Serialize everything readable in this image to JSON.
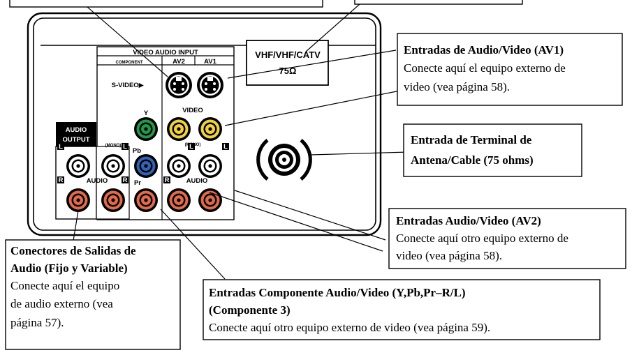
{
  "panel": {
    "header_input": "VIDEO AUDIO INPUT",
    "component": "COMPONENT",
    "av2": "AV2",
    "av1": "AV1",
    "svideo": "S-VIDEO▶",
    "video": "VIDEO",
    "y": "Y",
    "pb": "Pb",
    "pr": "Pr",
    "mono": "(MONO)",
    "mono2": "(MONO)",
    "audio_output_1": "AUDIO",
    "audio_output_2": "OUTPUT",
    "audio_a": "AUDIO",
    "audio_b": "AUDIO",
    "L": "L",
    "R": "R",
    "antenna_line1": "VHF/VHF/CATV",
    "antenna_line2": "75Ω"
  },
  "callouts": {
    "av1": {
      "title": "Entradas de Audio/Video (AV1)",
      "line1": "Conecte aquí el equipo externo de",
      "line2": "video (vea página 58)."
    },
    "antenna": {
      "line1": "Entrada de Terminal de",
      "line2": "Antena/Cable (75 ohms)"
    },
    "av2": {
      "title": "Entradas Audio/Video (AV2)",
      "line1": "Conecte aquí otro equipo externo de",
      "line2": "video (vea página 58)."
    },
    "outputs": {
      "title1": "Conectores de Salidas de",
      "title2": "Audio (Fijo y Variable)",
      "line1": "Conecte aquí el equipo",
      "line2": "de audio externo (vea",
      "line3": "página 57)."
    },
    "component": {
      "title1": "Entradas  Componente Audio/Video  (Y,Pb,Pr–R/L)",
      "title2": "(Componente 3)",
      "line1": "Conecte aquí otro equipo externo de video (vea página 59)."
    }
  },
  "colors": {
    "yellow_jack": "#f2d23a",
    "green_jack": "#1f9a4a",
    "blue_jack": "#2f64b8",
    "red_jack": "#e06a4a"
  }
}
